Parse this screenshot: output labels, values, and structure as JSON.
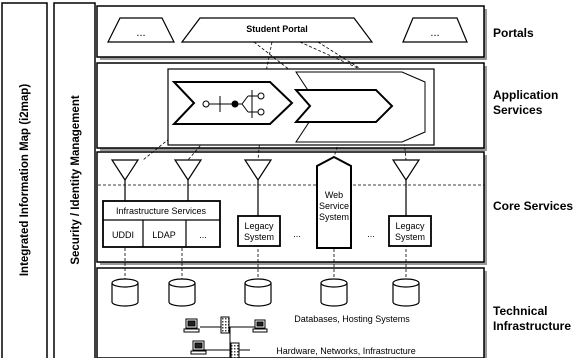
{
  "left_bars": {
    "outer": "Integrated Information Map (i2map)",
    "inner": "Security / Identity Management"
  },
  "layers": {
    "portals": "Portals",
    "app_services_line1": "Application",
    "app_services_line2": "Services",
    "core_services": "Core Services",
    "tech_line1": "Technical",
    "tech_line2": "Infrastructure"
  },
  "portals": {
    "left": "...",
    "center": "Student Portal",
    "right": "..."
  },
  "core": {
    "infra_services": "Infrastructure Services",
    "uddi": "UDDI",
    "ldap": "LDAP",
    "infra_more": "...",
    "legacy1_line1": "Legacy",
    "legacy1_line2": "System",
    "ellipsis1": "...",
    "web_line1": "Web",
    "web_line2": "Service",
    "web_line3": "System",
    "ellipsis2": "...",
    "legacy2_line1": "Legacy",
    "legacy2_line2": "System"
  },
  "infra": {
    "databases": "Databases, Hosting Systems",
    "hardware": "Hardware, Networks, Infrastructure"
  },
  "colors": {
    "line": "#000000",
    "band": "#ffffff",
    "shadow": "#888888"
  },
  "icons": [
    "database-icon",
    "computer-icon",
    "server-icon"
  ]
}
